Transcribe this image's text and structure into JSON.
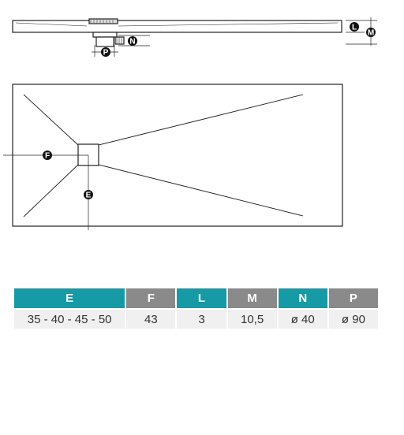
{
  "callouts": {
    "L": "L",
    "M": "M",
    "N": "N",
    "P": "P",
    "F": "F",
    "E": "E"
  },
  "table": {
    "headers": [
      "E",
      "F",
      "L",
      "M",
      "N",
      "P"
    ],
    "values": [
      "35 - 40 - 45 - 50",
      "43",
      "3",
      "10,5",
      "ø 40",
      "ø 90"
    ]
  },
  "colors": {
    "header_teal": "#159aa6",
    "header_gray": "#8a8a8a",
    "line": "#222222"
  }
}
